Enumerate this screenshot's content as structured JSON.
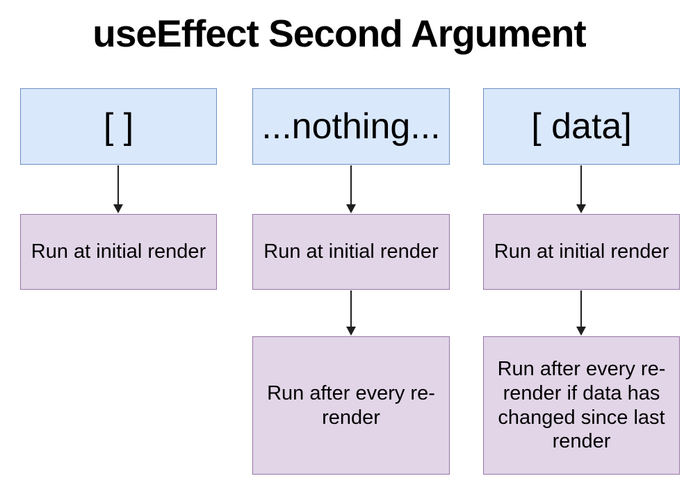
{
  "title": "useEffect Second Argument",
  "colors": {
    "blue_fill": "#dae8fc",
    "blue_border": "#6c8ebf",
    "purple_fill": "#e1d5e7",
    "purple_border": "#9673a6",
    "arrow_color": "#1f1f1f",
    "bg": "#ffffff",
    "text": "#000000"
  },
  "diagram": {
    "type": "flowchart",
    "columns": [
      {
        "argument": "[ ]",
        "steps": [
          "Run at initial render"
        ]
      },
      {
        "argument": "...nothing...",
        "steps": [
          "Run at initial render",
          "Run after every re-render"
        ]
      },
      {
        "argument": "[ data]",
        "steps": [
          "Run at initial render",
          "Run after every re-render if data has changed since last render"
        ]
      }
    ]
  }
}
